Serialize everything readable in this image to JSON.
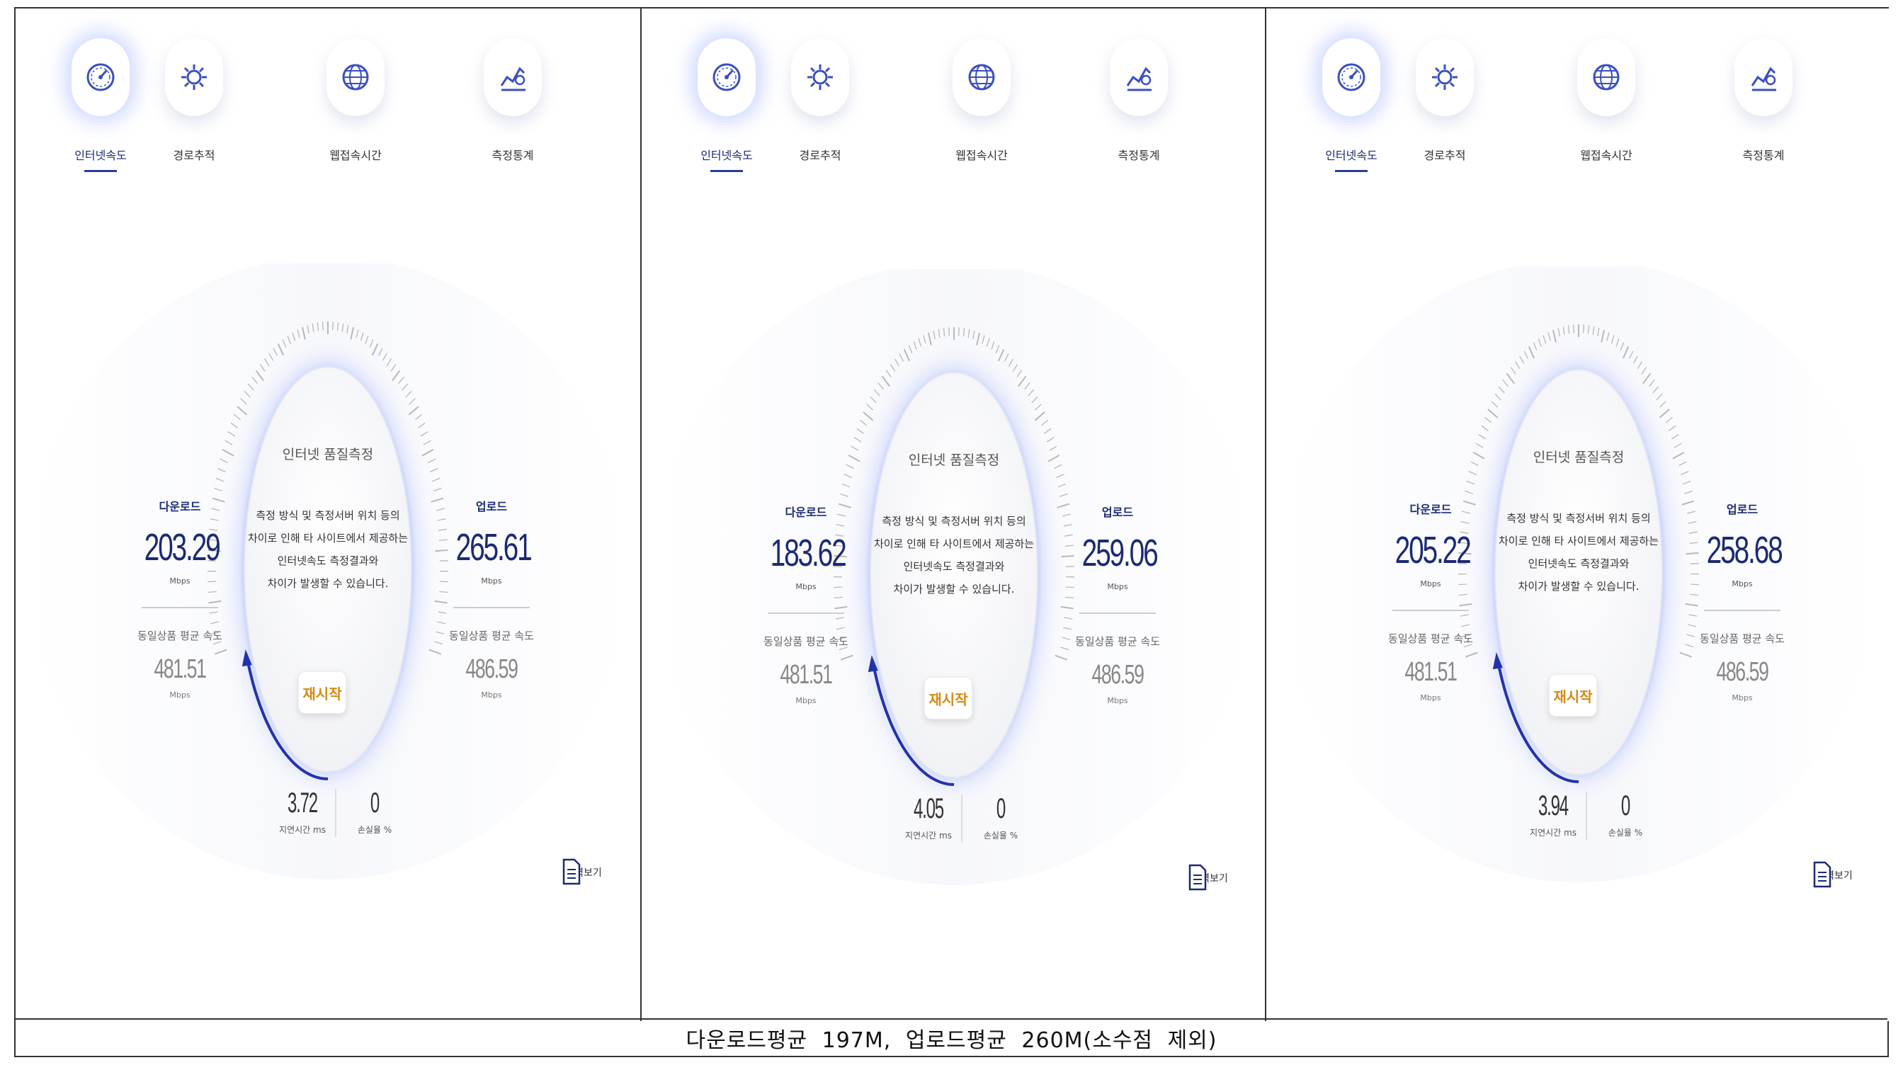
{
  "panels": [
    {
      "nav": [
        {
          "label": "인터넷속도",
          "icon": "speedometer-icon",
          "active": true
        },
        {
          "label": "경로추적",
          "icon": "route-gear-icon",
          "active": false
        },
        {
          "label": "웹접속시간",
          "icon": "globe-icon",
          "active": false
        },
        {
          "label": "측정통계",
          "icon": "statistics-chart-icon",
          "active": false
        }
      ],
      "title": "인터넷 품질측정",
      "notice": [
        "측정 방식 및 측정서버 위치 등의",
        "차이로 인해 타 사이트에서 제공하는",
        "인터넷속도 측정결과와",
        "차이가 발생할 수 있습니다."
      ],
      "restart_label": "재시작",
      "download": {
        "label": "다운로드",
        "value": "203.29",
        "unit": "Mbps",
        "avg_label": "동일상품 평균 속도",
        "avg_value": "481.51",
        "avg_unit": "Mbps"
      },
      "upload": {
        "label": "업로드",
        "value": "265.61",
        "unit": "Mbps",
        "avg_label": "동일상품 평균 속도",
        "avg_value": "486.59",
        "avg_unit": "Mbps"
      },
      "latency": {
        "value": "3.72",
        "label": "지연시간 ms"
      },
      "loss": {
        "value": "0",
        "label": "손실율 %"
      },
      "history_label": "이력보기"
    },
    {
      "nav": [
        {
          "label": "인터넷속도",
          "icon": "speedometer-icon",
          "active": true
        },
        {
          "label": "경로추적",
          "icon": "route-gear-icon",
          "active": false
        },
        {
          "label": "웹접속시간",
          "icon": "globe-icon",
          "active": false
        },
        {
          "label": "측정통계",
          "icon": "statistics-chart-icon",
          "active": false
        }
      ],
      "title": "인터넷 품질측정",
      "notice": [
        "측정 방식 및 측정서버 위치 등의",
        "차이로 인해 타 사이트에서 제공하는",
        "인터넷속도 측정결과와",
        "차이가 발생할 수 있습니다."
      ],
      "restart_label": "재시작",
      "download": {
        "label": "다운로드",
        "value": "183.62",
        "unit": "Mbps",
        "avg_label": "동일상품 평균 속도",
        "avg_value": "481.51",
        "avg_unit": "Mbps"
      },
      "upload": {
        "label": "업로드",
        "value": "259.06",
        "unit": "Mbps",
        "avg_label": "동일상품 평균 속도",
        "avg_value": "486.59",
        "avg_unit": "Mbps"
      },
      "latency": {
        "value": "4.05",
        "label": "지연시간 ms"
      },
      "loss": {
        "value": "0",
        "label": "손실율 %"
      },
      "history_label": "이력보기"
    },
    {
      "nav": [
        {
          "label": "인터넷속도",
          "icon": "speedometer-icon",
          "active": true
        },
        {
          "label": "경로추적",
          "icon": "route-gear-icon",
          "active": false
        },
        {
          "label": "웹접속시간",
          "icon": "globe-icon",
          "active": false
        },
        {
          "label": "측정통계",
          "icon": "statistics-chart-icon",
          "active": false
        }
      ],
      "title": "인터넷 품질측정",
      "notice": [
        "측정 방식 및 측정서버 위치 등의",
        "차이로 인해 타 사이트에서 제공하는",
        "인터넷속도 측정결과와",
        "차이가 발생할 수 있습니다."
      ],
      "restart_label": "재시작",
      "download": {
        "label": "다운로드",
        "value": "205.22",
        "unit": "Mbps",
        "avg_label": "동일상품 평균 속도",
        "avg_value": "481.51",
        "avg_unit": "Mbps"
      },
      "upload": {
        "label": "업로드",
        "value": "258.68",
        "unit": "Mbps",
        "avg_label": "동일상품 평균 속도",
        "avg_value": "486.59",
        "avg_unit": "Mbps"
      },
      "latency": {
        "value": "3.94",
        "label": "지연시간 ms"
      },
      "loss": {
        "value": "0",
        "label": "손실율 %"
      },
      "history_label": "이력보기"
    }
  ],
  "caption": "다운로드평균 197M, 업로드평균 260M(소수점 제외)",
  "colors": {
    "accent": "#1b2a73",
    "gauge_arc": "#2233aa",
    "restart": "#d48a12",
    "glow": "#7b96ff"
  }
}
